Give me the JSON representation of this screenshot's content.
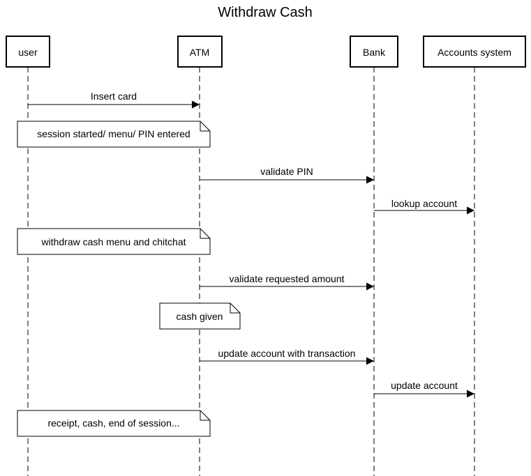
{
  "title": "Withdraw Cash",
  "participants": [
    {
      "id": "user",
      "label": "user"
    },
    {
      "id": "atm",
      "label": "ATM"
    },
    {
      "id": "bank",
      "label": "Bank"
    },
    {
      "id": "accounts",
      "label": "Accounts system"
    }
  ],
  "messages": [
    {
      "label": "Insert card",
      "from": "user",
      "to": "atm"
    },
    {
      "label": "validate PIN",
      "from": "atm",
      "to": "bank"
    },
    {
      "label": "lookup account",
      "from": "bank",
      "to": "accounts"
    },
    {
      "label": "validate requested amount",
      "from": "atm",
      "to": "bank"
    },
    {
      "label": "update account with transaction",
      "from": "atm",
      "to": "bank"
    },
    {
      "label": "update account",
      "from": "bank",
      "to": "accounts"
    }
  ],
  "notes": [
    {
      "label": "session started/ menu/ PIN entered"
    },
    {
      "label": "withdraw cash menu and chitchat"
    },
    {
      "label": "cash given"
    },
    {
      "label": "receipt, cash, end of session..."
    }
  ]
}
